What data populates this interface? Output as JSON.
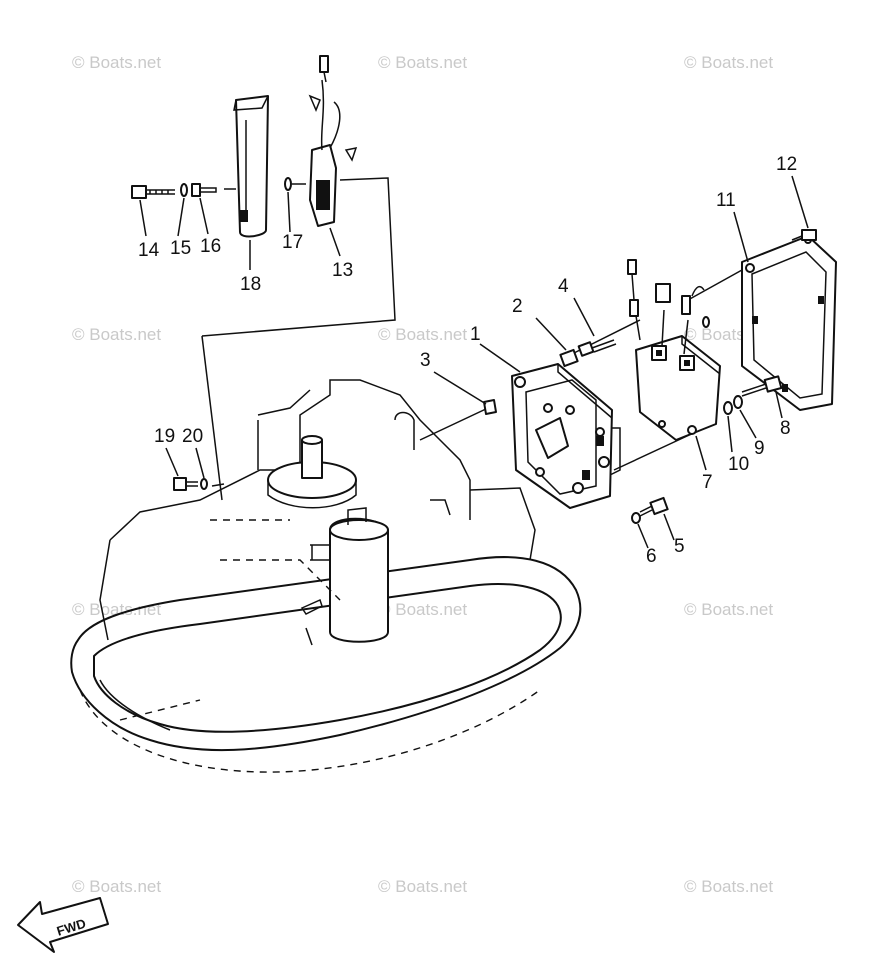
{
  "watermark": "© Boats.net",
  "fwd_label": "FWD",
  "parts": [
    {
      "id": "1"
    },
    {
      "id": "2"
    },
    {
      "id": "3"
    },
    {
      "id": "4"
    },
    {
      "id": "5"
    },
    {
      "id": "6"
    },
    {
      "id": "7"
    },
    {
      "id": "8"
    },
    {
      "id": "9"
    },
    {
      "id": "10"
    },
    {
      "id": "11"
    },
    {
      "id": "12"
    },
    {
      "id": "13"
    },
    {
      "id": "14"
    },
    {
      "id": "15"
    },
    {
      "id": "16"
    },
    {
      "id": "17"
    },
    {
      "id": "18"
    },
    {
      "id": "19"
    },
    {
      "id": "20"
    }
  ]
}
